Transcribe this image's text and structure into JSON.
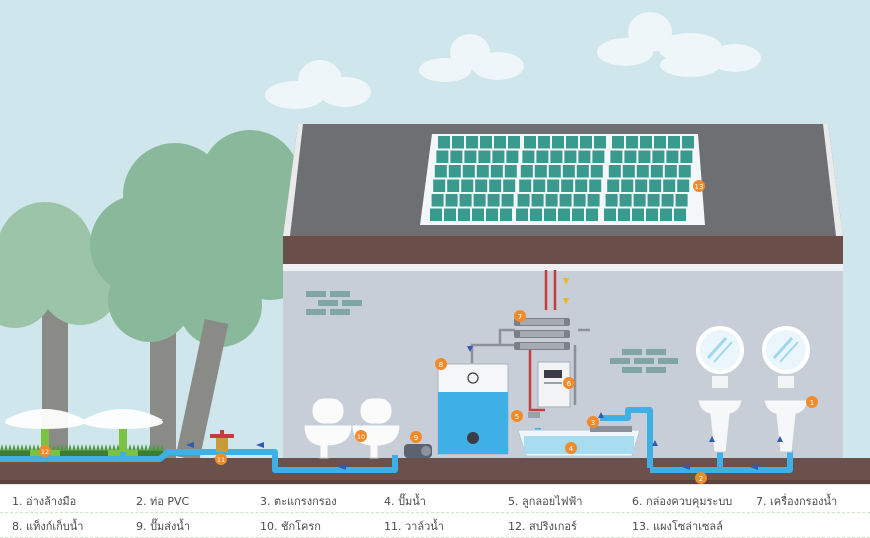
{
  "colors": {
    "sky": "#cfe6ec",
    "wall": "#c8ced7",
    "roof": "#6e6f73",
    "roof_trim": "#6b4e4a",
    "ground": "#6c504b",
    "water_pipe": "#3fb0e6",
    "badge": "#f08a2a",
    "solar": "#3a9a8e",
    "tree": "#8ab89b",
    "trunk": "#8a8a86"
  },
  "badges": {
    "b1": "1",
    "b2": "2",
    "b3": "3",
    "b4": "4",
    "b5": "5",
    "b6": "6",
    "b7": "7",
    "b8": "8",
    "b9": "9",
    "b10": "10",
    "b11": "11",
    "b12": "12",
    "b13": "13"
  },
  "legend": {
    "row1": [
      "1. อ่างล้างมือ",
      "2. ท่อ PVC",
      "3. ตะแกรงกรอง",
      "4. ปั๊มน้ำ",
      "5. ลูกลอยไฟฟ้า",
      "6. กล่องควบคุมระบบ",
      "7. เครื่องกรองน้ำ"
    ],
    "row2": [
      "8. แท็งก์เก็บน้ำ",
      "9. ปั๊มส่งน้ำ",
      "10. ชักโครก",
      "11. วาล์วน้ำ",
      "12. สปริงเกอร์",
      "13. แผงโซล่าเซลล์"
    ]
  }
}
